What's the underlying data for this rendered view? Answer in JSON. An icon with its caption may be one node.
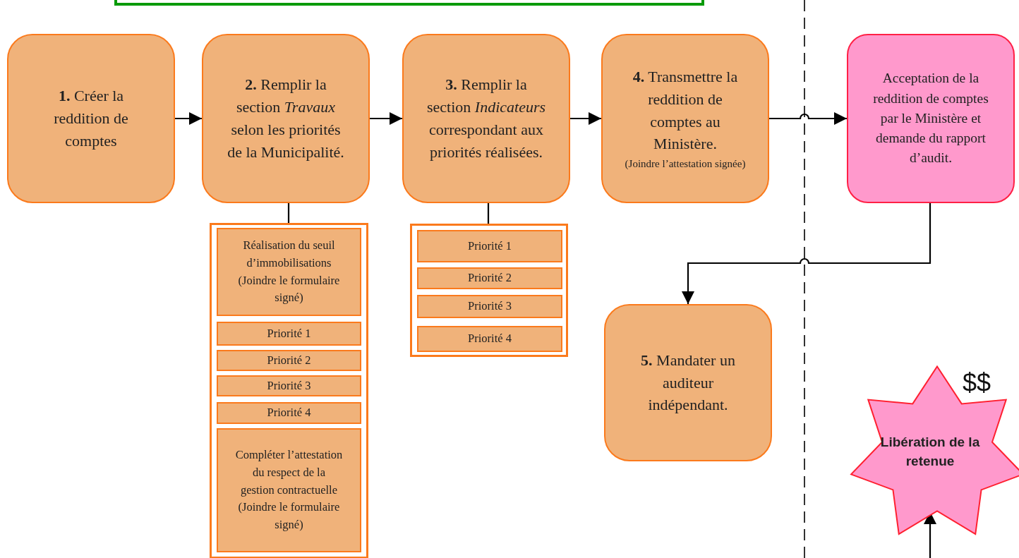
{
  "diagram": {
    "nodes": [
      {
        "text": [],
        "shape": "box"
      },
      {
        "text": [
          "**1.** Créer la reddition de comptes"
        ]
      },
      {
        "text": [
          "**2.** Remplir la section *Travaux* selon les priorités de la Municipalité."
        ]
      },
      {
        "text": [
          "**3.** Remplir la section *Indicateurs* correspondant aux priorités réalisées."
        ]
      },
      {
        "text": [
          "**4.** Transmettre la reddition de comptes au Ministère.",
          "(Joindre l’attestation signée)"
        ]
      },
      {
        "text": [
          "Acceptation de la reddition de comptes par le Ministère et demande du rapport d’audit."
        ]
      },
      {
        "text": [],
        "shape": "box"
      },
      {
        "text": [
          "Réalisation du seuil d’immobilisations (Joindre le formulaire signé)"
        ],
        "in": 6
      },
      {
        "text": [
          "Priorité 1"
        ],
        "in": 6
      },
      {
        "text": [
          "Priorité 2"
        ],
        "in": 6
      },
      {
        "text": [
          "Priorité 3"
        ],
        "in": 6
      },
      {
        "text": [
          "Priorité 4"
        ],
        "in": 6
      },
      {
        "text": [
          "Compléter l’attestation du respect de la gestion contractuelle (Joindre le formulaire signé)"
        ],
        "in": 6
      },
      {
        "text": [],
        "shape": "box"
      },
      {
        "text": [
          "Priorité 1"
        ],
        "in": 13
      },
      {
        "text": [
          "Priorité 2"
        ],
        "in": 13
      },
      {
        "text": [
          "Priorité 3"
        ],
        "in": 13
      },
      {
        "text": [
          "Priorité 4"
        ],
        "in": 13
      },
      {
        "text": [
          "**5.** Mandater un auditeur indépendant."
        ]
      },
      {
        "text": [
          "Libération de la retenue"
        ],
        "beside": [
          "$$"
        ]
      }
    ],
    "edges": [
      {
        "from": 1,
        "to": 2,
        "arrow": "to"
      },
      {
        "from": 2,
        "to": 3,
        "arrow": "to"
      },
      {
        "from": 3,
        "to": 4,
        "arrow": "to"
      },
      {
        "from": 4,
        "to": 5,
        "arrow": "to"
      },
      {
        "from": 2,
        "to": 6,
        "arrow": "none"
      },
      {
        "from": 3,
        "to": 13,
        "arrow": "none"
      },
      {
        "from": 5,
        "to": 18,
        "arrow": "to"
      },
      {
        "from": null,
        "to": 19,
        "arrow": "to"
      }
    ]
  }
}
